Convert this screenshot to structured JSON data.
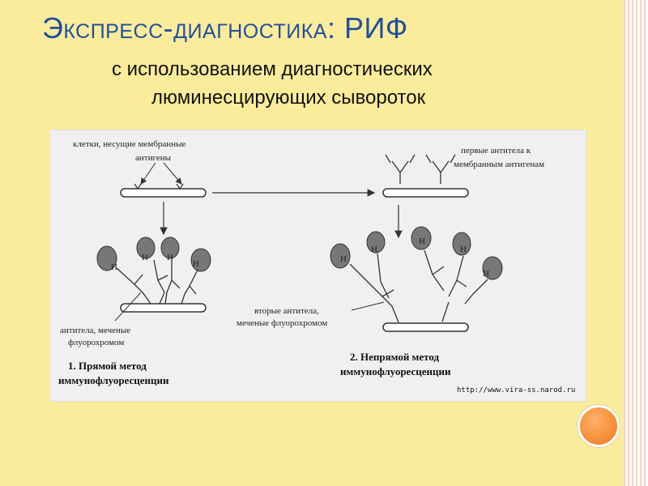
{
  "slide": {
    "title": "Экспресс-диагностика: РИФ",
    "subtitle_line1": "с использованием диагностических",
    "subtitle_line2": "люминесцирующих сывороток"
  },
  "figure": {
    "cells_label_line1": "клетки, несущие мембранные",
    "cells_label_line2": "антигены",
    "first_ab_line1": "первые антитела к",
    "first_ab_line2": "мембранным антигенам",
    "labeled_ab_line1": "антитела, меченые",
    "labeled_ab_line2": "флуорохромом",
    "second_ab_line1": "вторые антитела,",
    "second_ab_line2": "меченые флуорохромом",
    "direct_line1": "1. Прямой метод",
    "direct_line2": "иммунофлуоресценции",
    "indirect_line1": "2. Непрямой метод",
    "indirect_line2": "иммунофлуоресценции",
    "url": "http://www.vira-ss.narod.ru",
    "fluor_symbol": "Н"
  },
  "colors": {
    "title": "#1f4f9e",
    "background": "#fbec9b",
    "accent_circle": "#f07a1e",
    "figure_bg": "#f0f0f0"
  }
}
